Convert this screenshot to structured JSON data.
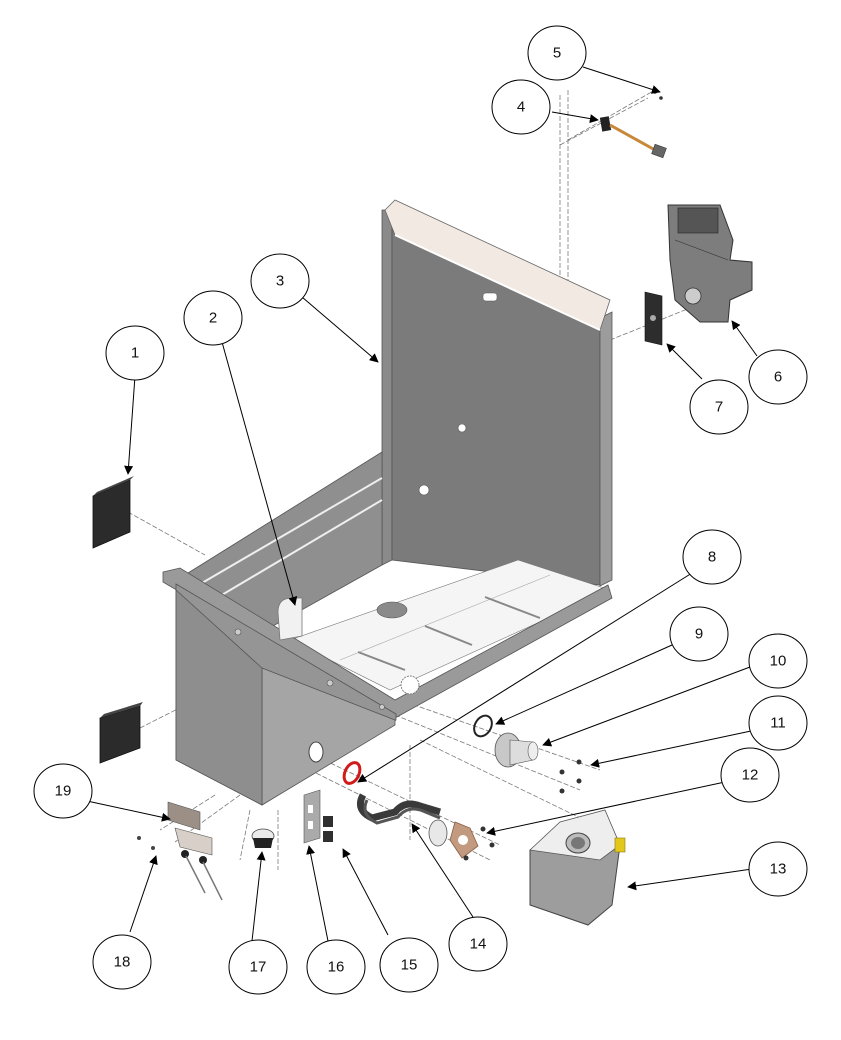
{
  "diagram": {
    "type": "exploded-parts-view",
    "colors": {
      "background": "#ffffff",
      "callout_stroke": "#000000",
      "tank_steel": "#8f8f8f",
      "tank_dark": "#6f6f6f",
      "tank_light": "#bdbdbd",
      "tank_floor": "#f4f4f4",
      "top_flange": "#f1e9e2",
      "rubber_foot": "#2b2b2b",
      "red_gasket": "#d11a1a",
      "copper_gasket": "#c29a80",
      "cable_orange": "#c8883a",
      "yellow_tab": "#e3c81c",
      "heater_element": "#3a3a3a"
    },
    "callouts": [
      {
        "id": 1,
        "label": "1",
        "part": "rubber-foot-pads"
      },
      {
        "id": 2,
        "label": "2",
        "part": "float-switch-bracket"
      },
      {
        "id": 3,
        "label": "3",
        "part": "tank-body"
      },
      {
        "id": 4,
        "label": "4",
        "part": "sensor-cable"
      },
      {
        "id": 5,
        "label": "5",
        "part": "screws"
      },
      {
        "id": 6,
        "label": "6",
        "part": "control-module"
      },
      {
        "id": 7,
        "label": "7",
        "part": "module-gasket"
      },
      {
        "id": 8,
        "label": "8",
        "part": "heater-gasket-red"
      },
      {
        "id": 9,
        "label": "9",
        "part": "o-ring"
      },
      {
        "id": 10,
        "label": "10",
        "part": "outlet-flange"
      },
      {
        "id": 11,
        "label": "11",
        "part": "flange-nuts"
      },
      {
        "id": 12,
        "label": "12",
        "part": "heater-nuts"
      },
      {
        "id": 13,
        "label": "13",
        "part": "reservoir"
      },
      {
        "id": 14,
        "label": "14",
        "part": "heating-element"
      },
      {
        "id": 15,
        "label": "15",
        "part": "terminal-blocks"
      },
      {
        "id": 16,
        "label": "16",
        "part": "terminal-bracket"
      },
      {
        "id": 17,
        "label": "17",
        "part": "thermostat"
      },
      {
        "id": 18,
        "label": "18",
        "part": "thermostat-screws"
      },
      {
        "id": 19,
        "label": "19",
        "part": "thermostat-bracket"
      }
    ]
  }
}
